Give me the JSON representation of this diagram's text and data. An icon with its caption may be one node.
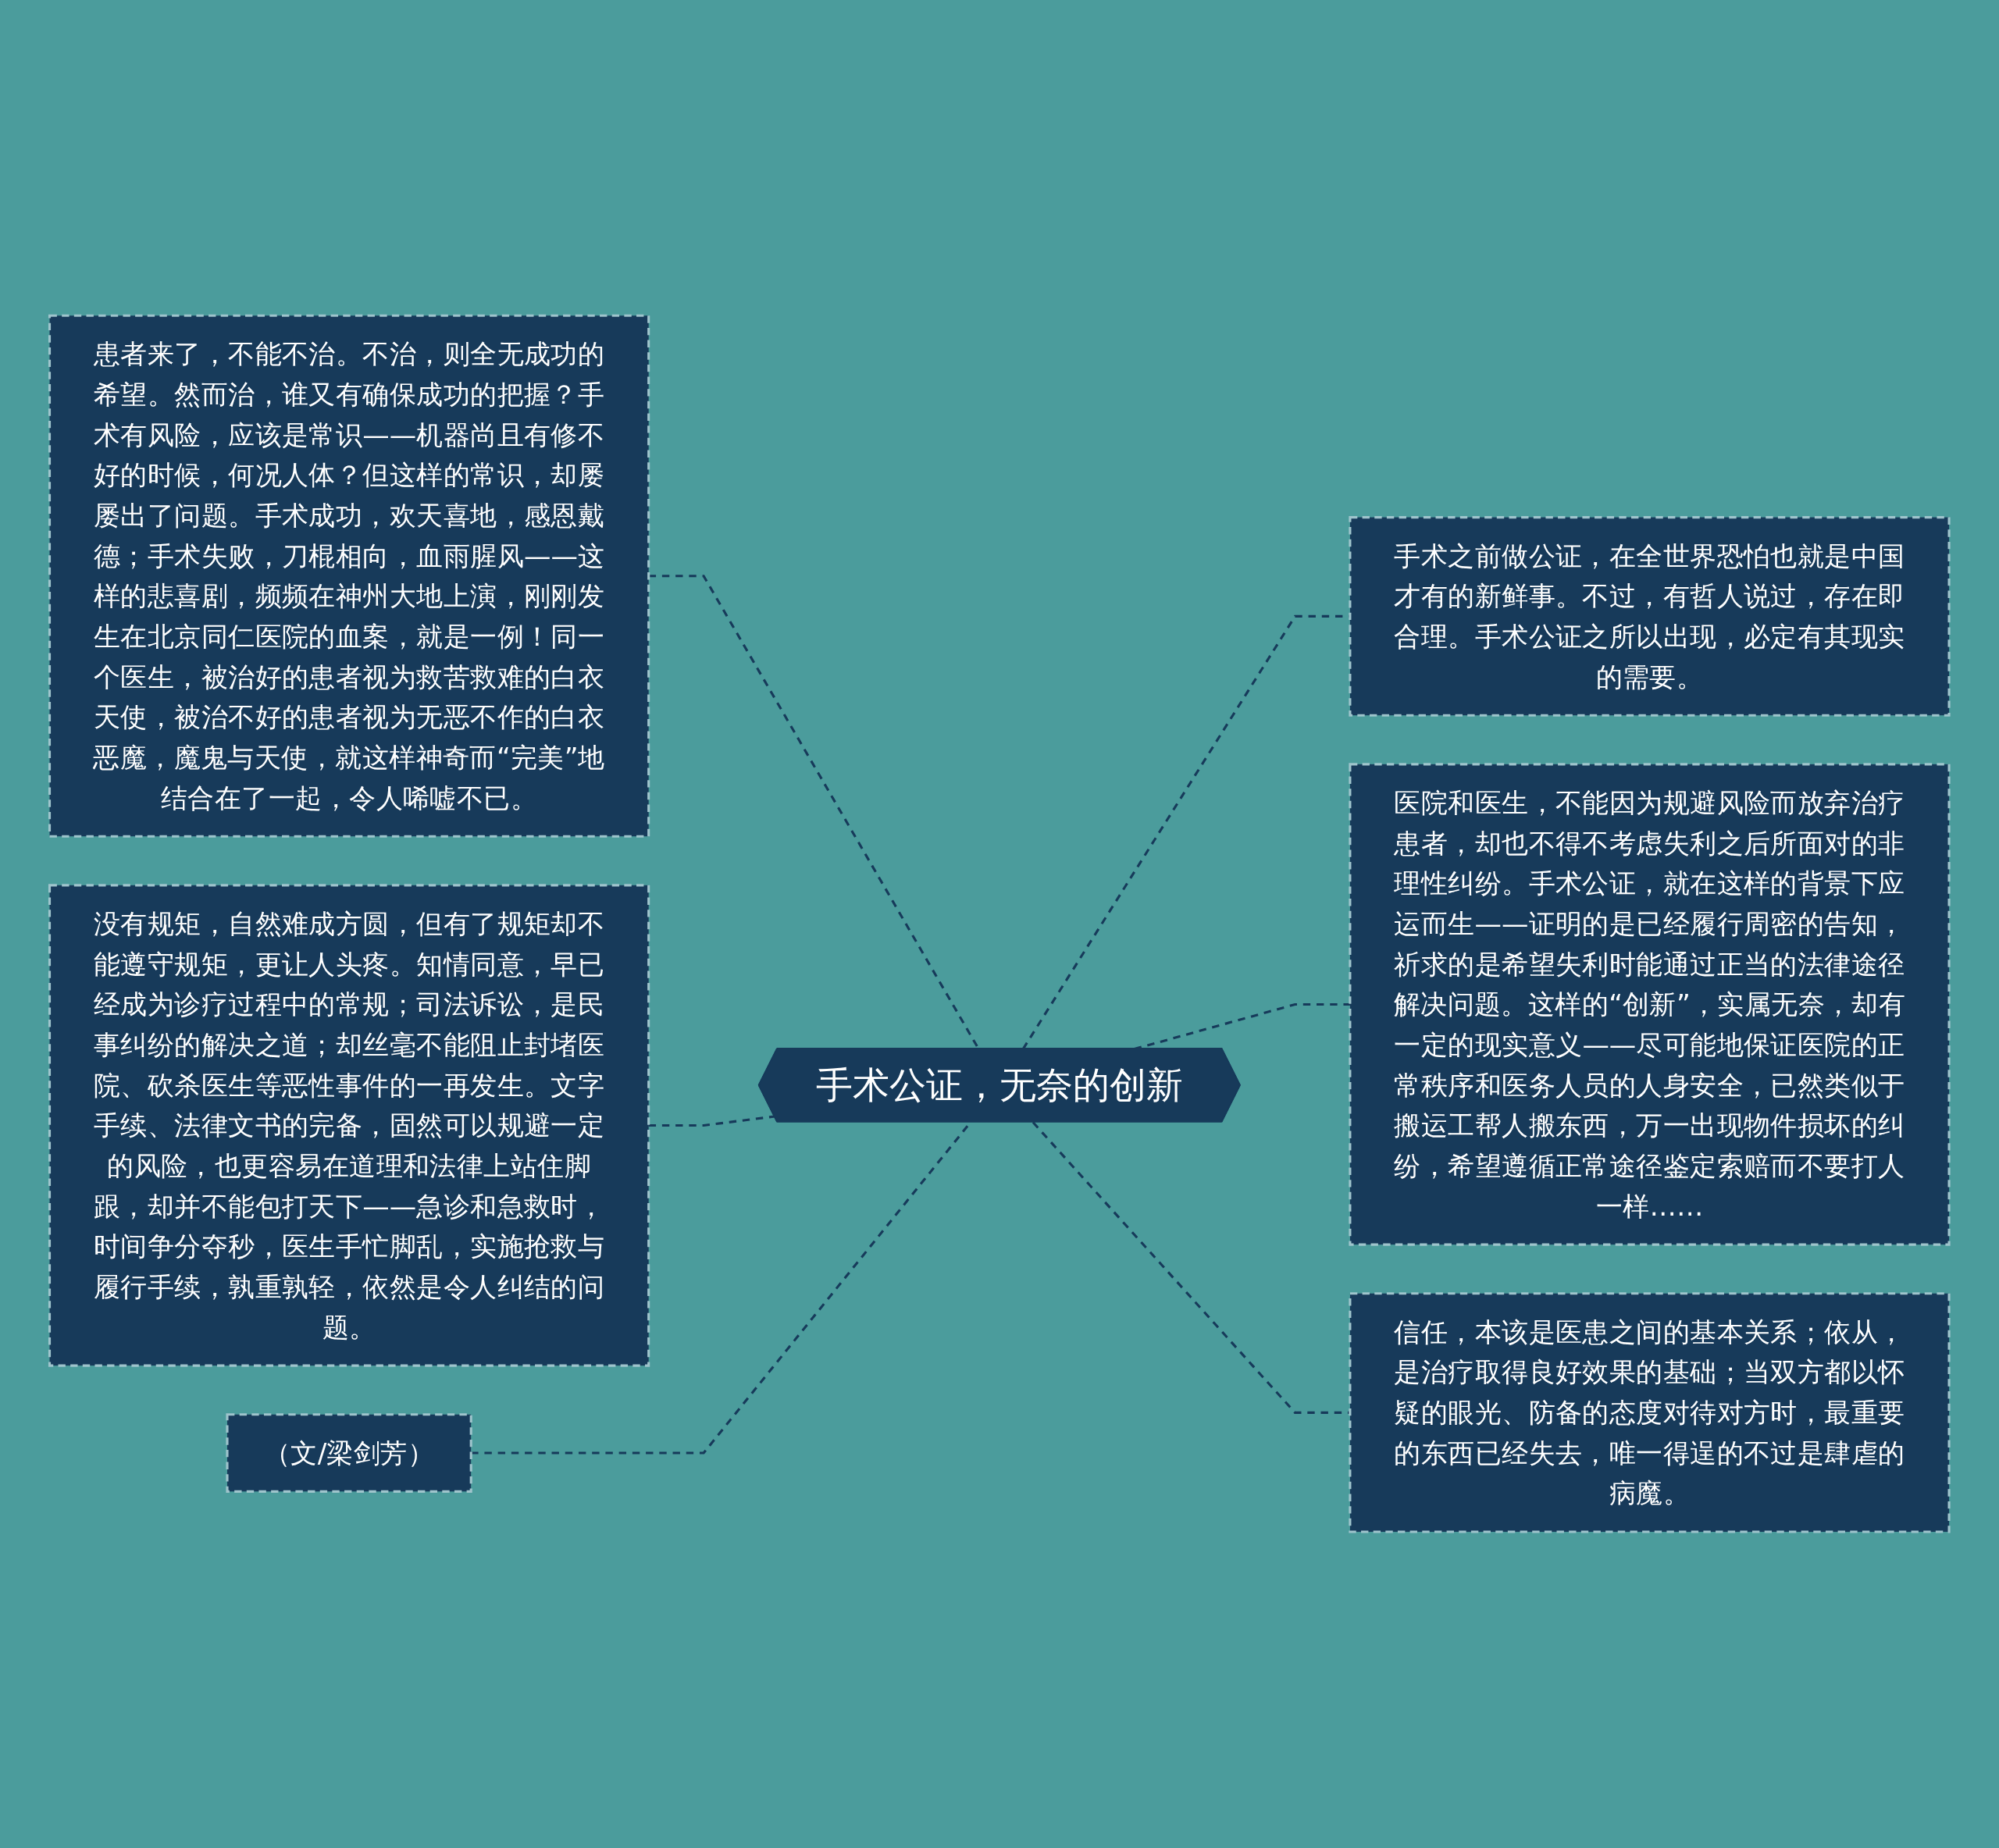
{
  "diagram": {
    "nodes": [
      {
        "text": [
          "手术公证，无奈的创新"
        ]
      },
      {
        "text": [
          "患者来了，不能不治。不治，则全无成功的希望。然而治，谁又有确保成功的把握？手术有风险，应该是常识——机器尚且有修不好的时候，何况人体？但这样的常识，却屡屡出了问题。手术成功，欢天喜地，感恩戴德；手术失败，刀棍相向，血雨腥风——这样的悲喜剧，频频在神州大地上演，刚刚发生在北京同仁医院的血案，就是一例！同一个医生，被治好的患者视为救苦救难的白衣天使，被治不好的患者视为无恶不作的白衣恶魔，魔鬼与天使，就这样神奇而“完美”地结合在了一起，令人唏嘘不已。"
        ]
      },
      {
        "text": [
          "没有规矩，自然难成方圆，但有了规矩却不能遵守规矩，更让人头疼。知情同意，早已经成为诊疗过程中的常规；司法诉讼，是民事纠纷的解决之道；却丝毫不能阻止封堵医院、砍杀医生等恶性事件的一再发生。文字手续、法律文书的完备，固然可以规避一定的风险，也更容易在道理和法律上站住脚跟，却并不能包打天下——急诊和急救时，时间争分夺秒，医生手忙脚乱，实施抢救与履行手续，孰重孰轻，依然是令人纠结的问题。"
        ]
      },
      {
        "text": [
          "（文/梁剑芳）"
        ]
      },
      {
        "text": [
          "手术之前做公证，在全世界恐怕也就是中国才有的新鲜事。不过，有哲人说过，存在即合理。手术公证之所以出现，必定有其现实的需要。"
        ]
      },
      {
        "text": [
          "医院和医生，不能因为规避风险而放弃治疗患者，却也不得不考虑失利之后所面对的非理性纠纷。手术公证，就在这样的背景下应运而生——证明的是已经履行周密的告知，祈求的是希望失利时能通过正当的法律途径解决问题。这样的“创新”，实属无奈，却有一定的现实意义——尽可能地保证医院的正常秩序和医务人员的人身安全，已然类似于搬运工帮人搬东西，万一出现物件损坏的纠纷，希望遵循正常途径鉴定索赔而不要打人一样……"
        ]
      },
      {
        "text": [
          "信任，本该是医患之间的基本关系；依从，是治疗取得良好效果的基础；当双方都以怀疑的眼光、防备的态度对待对方时，最重要的东西已经失去，唯一得逞的不过是肆虐的病魔。"
        ]
      }
    ],
    "edges": [
      {
        "from": 1,
        "to": 0,
        "arrow": "none",
        "style": "dashed"
      },
      {
        "from": 2,
        "to": 0,
        "arrow": "none",
        "style": "dashed"
      },
      {
        "from": 3,
        "to": 0,
        "arrow": "none",
        "style": "dashed"
      },
      {
        "from": 0,
        "to": 4,
        "arrow": "none",
        "style": "dashed"
      },
      {
        "from": 0,
        "to": 5,
        "arrow": "none",
        "style": "dashed"
      },
      {
        "from": 0,
        "to": 6,
        "arrow": "none",
        "style": "dashed"
      }
    ]
  }
}
